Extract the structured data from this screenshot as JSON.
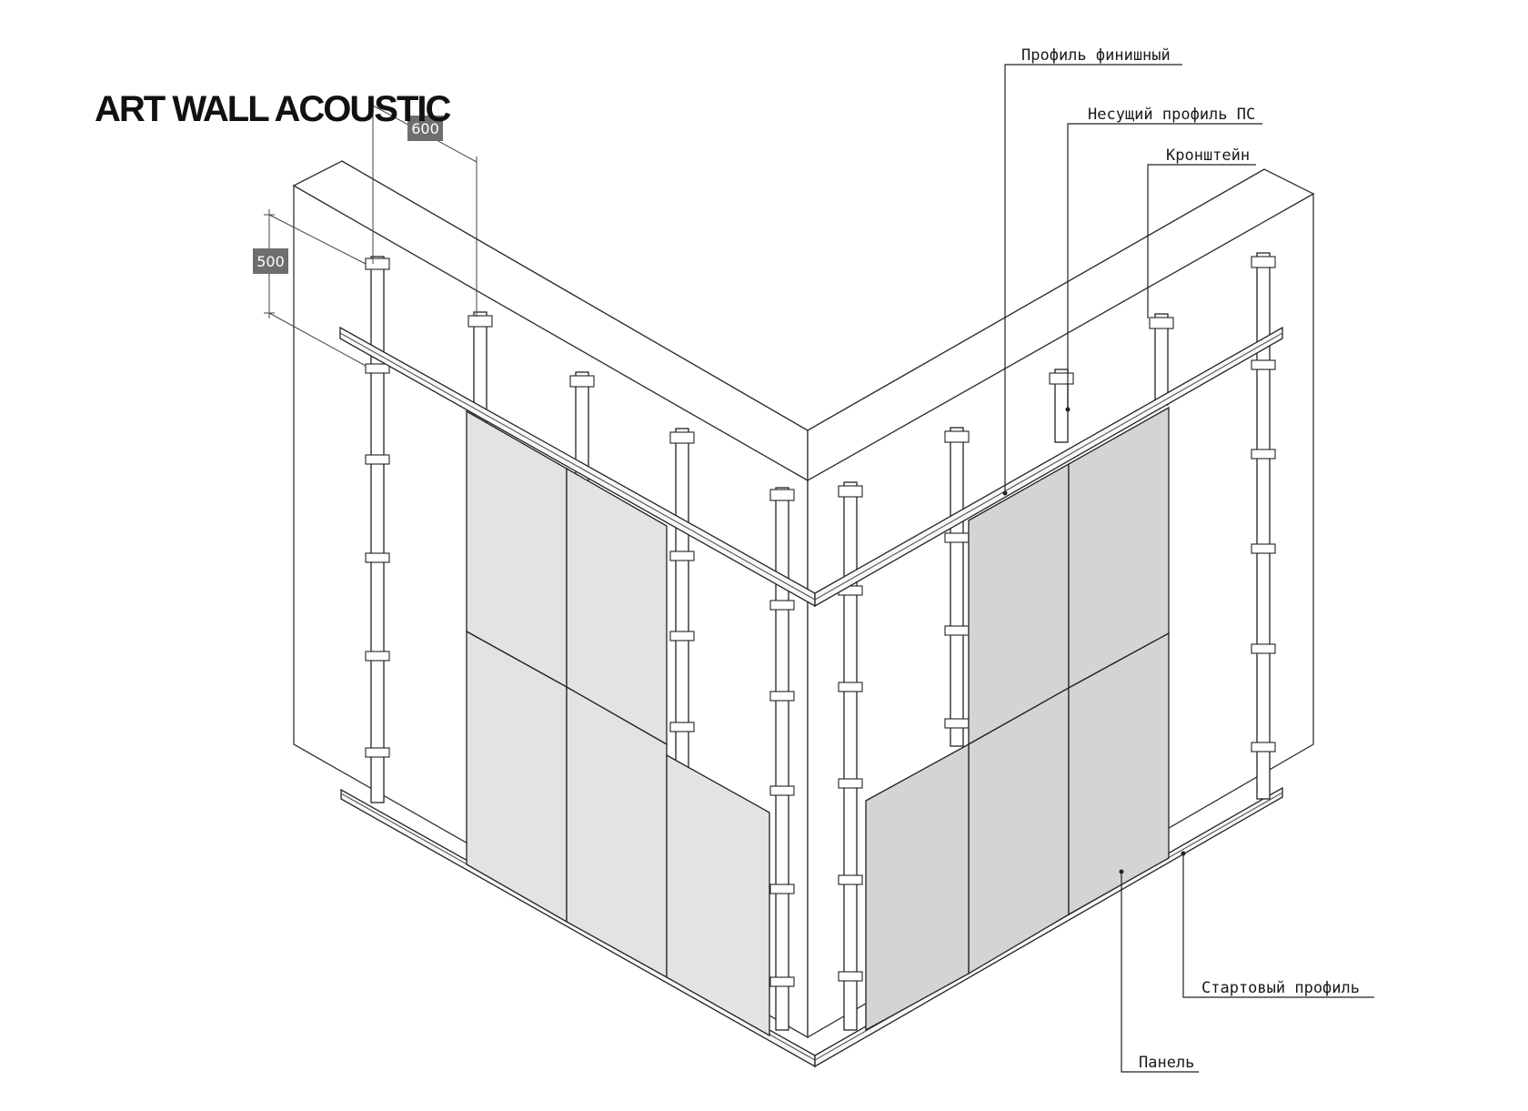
{
  "brand": {
    "title": "ART WALL ACOUSTIC"
  },
  "dimensions": {
    "horizontal": "600",
    "vertical": "500"
  },
  "callouts": {
    "finish_profile": "Профиль финишный",
    "carrying_profile": "Несущий профиль ПС",
    "bracket": "Кронштейн",
    "start_profile": "Стартовый профиль",
    "panel": "Панель"
  },
  "colors": {
    "panel_left": "#e3e3e3",
    "panel_right": "#d4d4d4",
    "dimension_badge": "#6e6e6e"
  }
}
